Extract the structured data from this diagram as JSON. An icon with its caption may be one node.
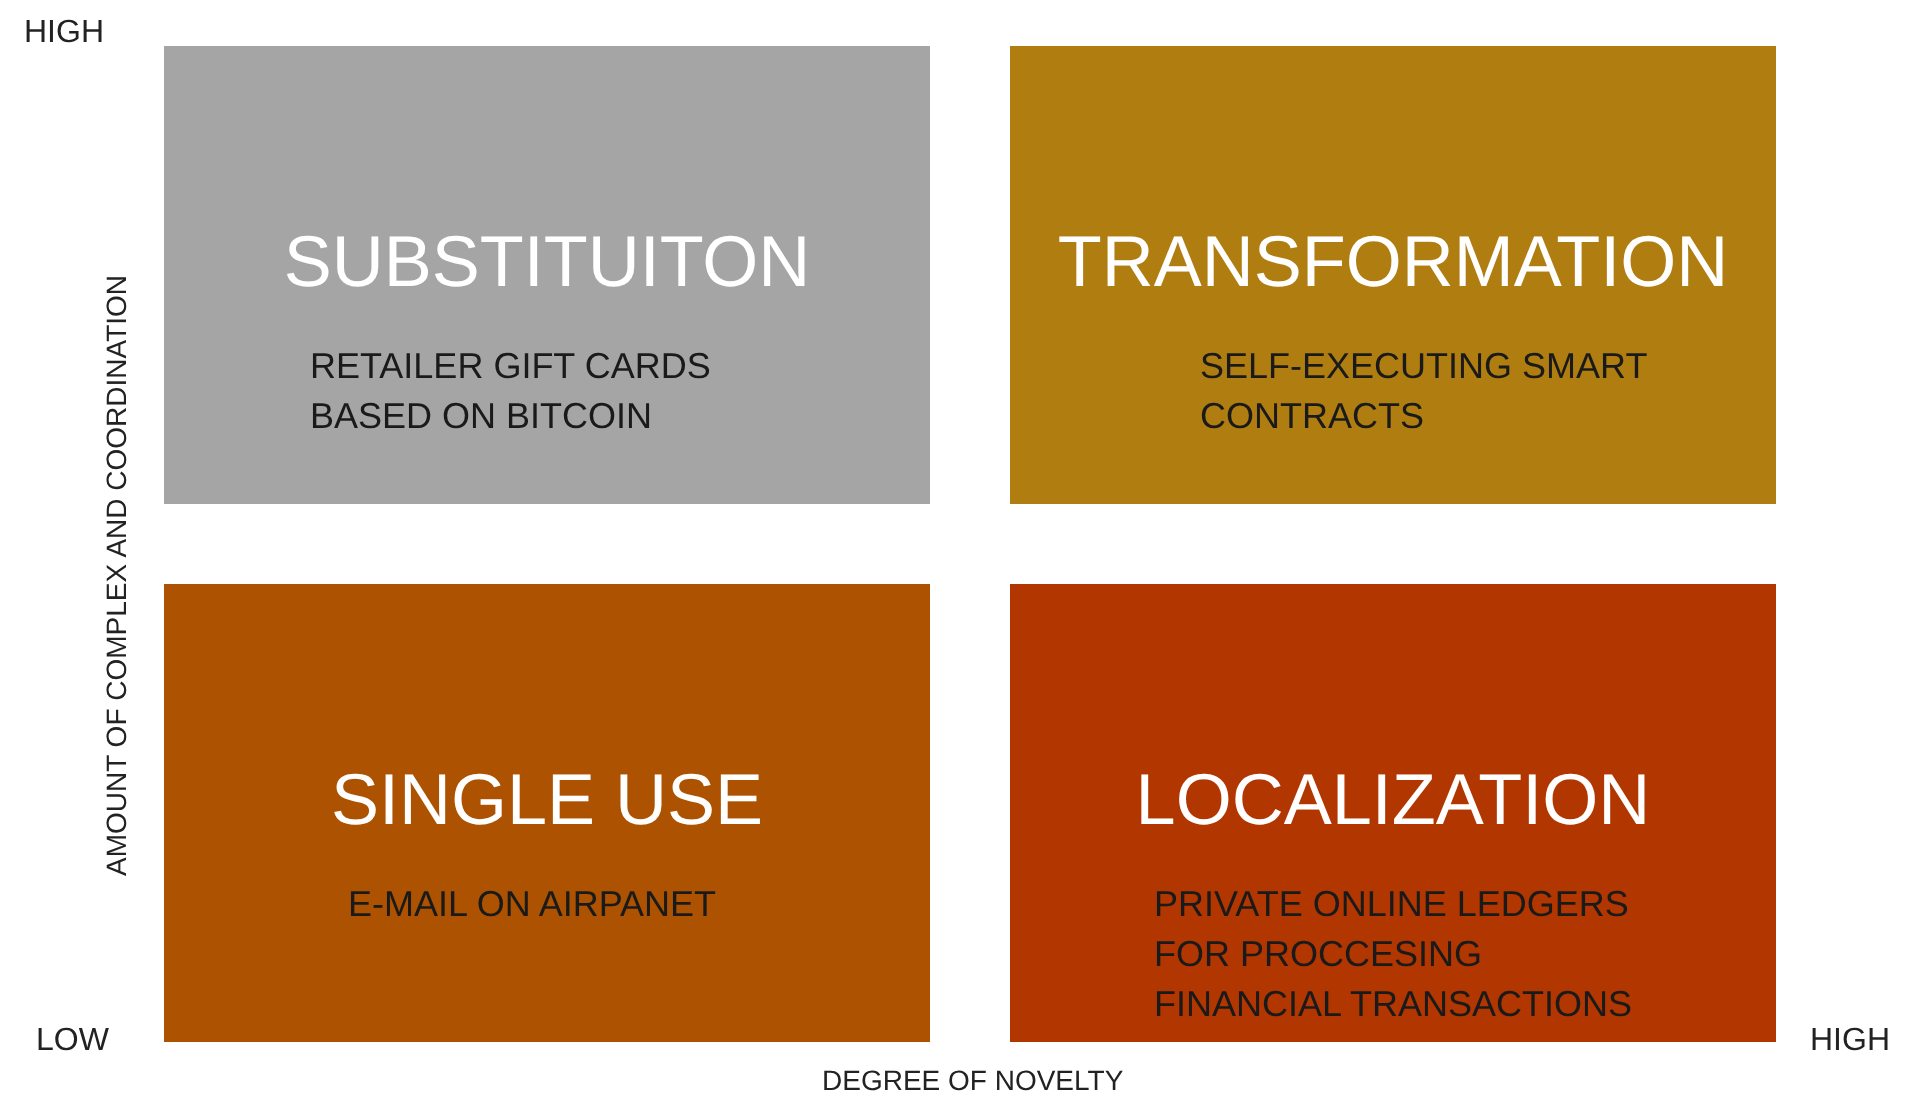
{
  "diagram": {
    "nodes": [
      {
        "text": [
          "SUBSTITUITON",
          "RETAILER GIFT CARDS BASED ON BITCOIN"
        ]
      },
      {
        "text": [
          "TRANSFORMATION",
          "SELF-EXECUTING SMART CONTRACTS"
        ]
      },
      {
        "text": [
          "SINGLE USE",
          "E-MAIL ON AIRPANET"
        ]
      },
      {
        "text": [
          "LOCALIZATION",
          "PRIVATE ONLINE LEDGERS FOR PROCCESING FINANCIAL TRANSACTIONS"
        ]
      }
    ],
    "edges": [],
    "labels": [
      "HIGH",
      "AMOUNT OF COMPLEX AND COORDINATION",
      "LOW",
      "DEGREE OF NOVELTY",
      "HIGH"
    ]
  }
}
